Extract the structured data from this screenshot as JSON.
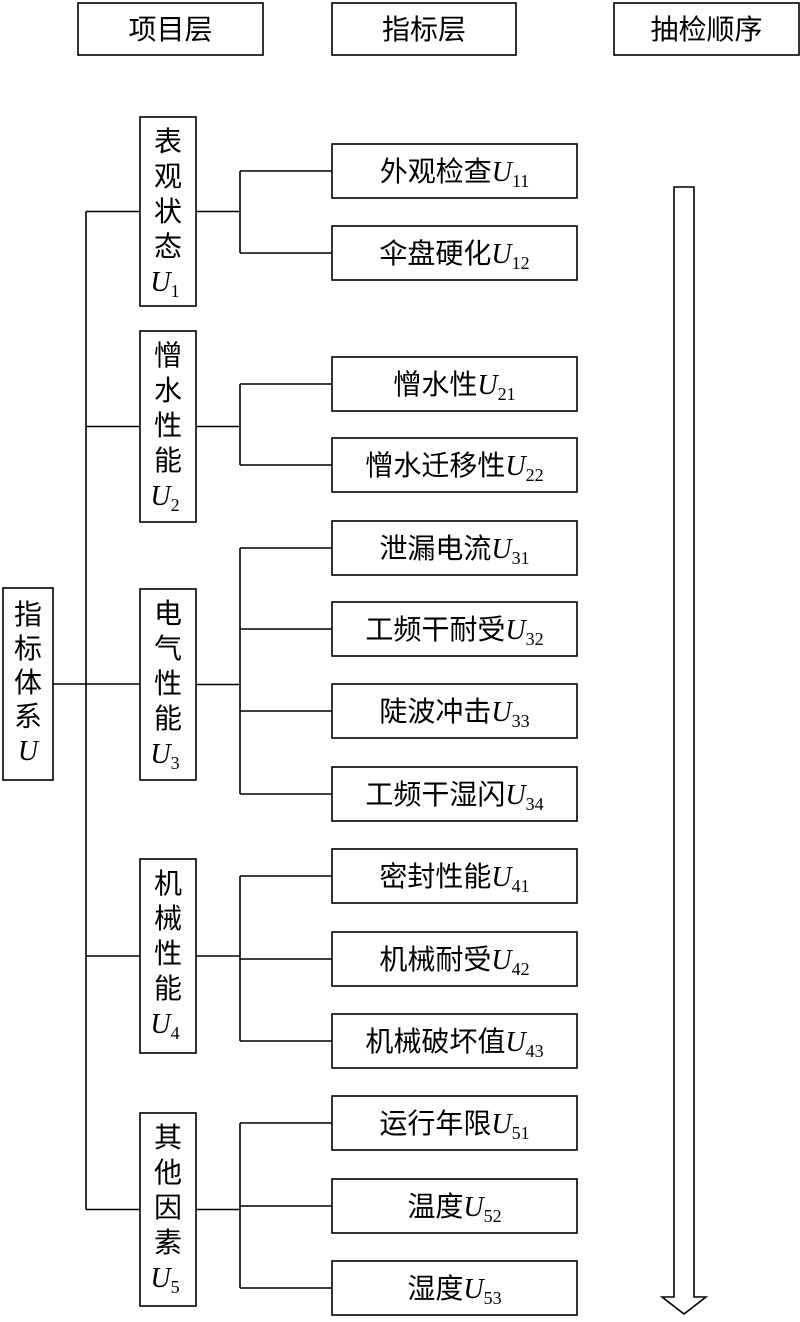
{
  "headers": {
    "project_layer": "项目层",
    "indicator_layer": "指标层",
    "inspection_order": "抽检顺序"
  },
  "root": {
    "chars": [
      "指",
      "标",
      "体",
      "系"
    ],
    "symbol": "U",
    "sub": ""
  },
  "projects": [
    {
      "chars": [
        "表",
        "观",
        "状",
        "态"
      ],
      "symbol": "U",
      "sub": "1",
      "indicators": [
        {
          "name": "外观检查",
          "symbol": "U",
          "sub": "11"
        },
        {
          "name": "伞盘硬化",
          "symbol": "U",
          "sub": "12"
        }
      ]
    },
    {
      "chars": [
        "憎",
        "水",
        "性",
        "能"
      ],
      "symbol": "U",
      "sub": "2",
      "indicators": [
        {
          "name": "憎水性",
          "symbol": "U",
          "sub": "21"
        },
        {
          "name": "憎水迁移性",
          "symbol": "U",
          "sub": "22"
        }
      ]
    },
    {
      "chars": [
        "电",
        "气",
        "性",
        "能"
      ],
      "symbol": "U",
      "sub": "3",
      "indicators": [
        {
          "name": "泄漏电流",
          "symbol": "U",
          "sub": "31"
        },
        {
          "name": "工频干耐受",
          "symbol": "U",
          "sub": "32"
        },
        {
          "name": "陡波冲击",
          "symbol": "U",
          "sub": "33"
        },
        {
          "name": "工频干湿闪",
          "symbol": "U",
          "sub": "34"
        }
      ]
    },
    {
      "chars": [
        "机",
        "械",
        "性",
        "能"
      ],
      "symbol": "U",
      "sub": "4",
      "indicators": [
        {
          "name": "密封性能",
          "symbol": "U",
          "sub": "41"
        },
        {
          "name": "机械耐受",
          "symbol": "U",
          "sub": "42"
        },
        {
          "name": "机械破坏值",
          "symbol": "U",
          "sub": "43"
        }
      ]
    },
    {
      "chars": [
        "其",
        "他",
        "因",
        "素"
      ],
      "symbol": "U",
      "sub": "5",
      "indicators": [
        {
          "name": "运行年限",
          "symbol": "U",
          "sub": "51"
        },
        {
          "name": "温度",
          "symbol": "U",
          "sub": "52"
        },
        {
          "name": "湿度",
          "symbol": "U",
          "sub": "53"
        }
      ]
    }
  ]
}
